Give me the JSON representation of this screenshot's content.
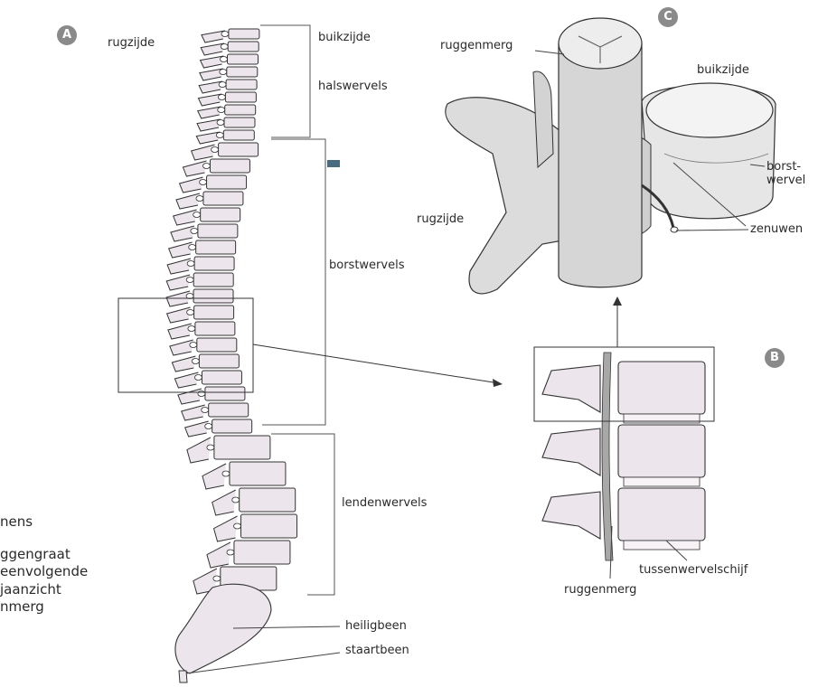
{
  "panels": {
    "a": "A",
    "b": "B",
    "c": "C"
  },
  "panel_a": {
    "rugzijde": "rugzijde",
    "buikzijde": "buikzijde",
    "halswervels": "halswervels",
    "borstwervels": "borstwervels",
    "lendenwervels": "lendenwervels",
    "heiligbeen": "heiligbeen",
    "staartbeen": "staartbeen"
  },
  "panel_b": {
    "tussenwervelschijf": "tussenwervelschijf",
    "ruggenmerg": "ruggenmerg"
  },
  "panel_c": {
    "ruggenmerg": "ruggenmerg",
    "buikzijde": "buikzijde",
    "borstwervel_line1": "borst-",
    "borstwervel_line2": "wervel",
    "rugzijde": "rugzijde",
    "zenuwen": "zenuwen"
  },
  "cutoff_text": [
    "nens",
    "ggengraat",
    "eenvolgende",
    "jaanzicht",
    "nmerg"
  ],
  "colors": {
    "bone_fill": "#ece6ec",
    "outline": "#333333",
    "cord_fill": "#cfcfcf",
    "badge": "#8a8a8a",
    "marker": "#4a6a80"
  }
}
